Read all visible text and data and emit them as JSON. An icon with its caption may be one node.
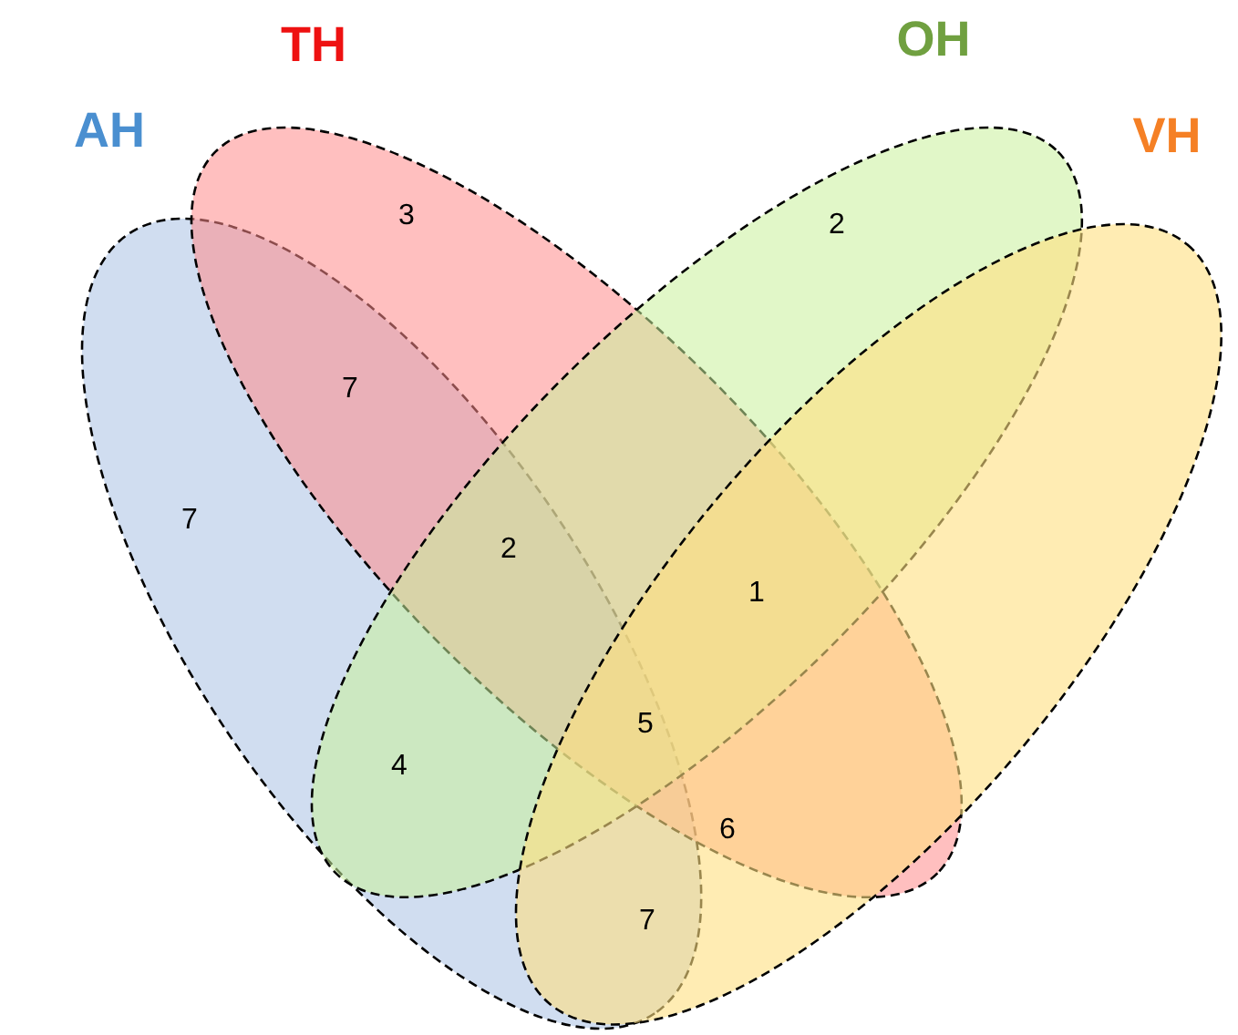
{
  "diagram": {
    "nodes": [
      {
        "text": [
          "AH"
        ]
      },
      {
        "text": [
          "TH"
        ]
      },
      {
        "text": [
          "OH"
        ]
      },
      {
        "text": [
          "VH"
        ]
      }
    ],
    "labels": [
      "3",
      "2",
      "7",
      "7",
      "2",
      "1",
      "5",
      "4",
      "6",
      "7"
    ]
  }
}
